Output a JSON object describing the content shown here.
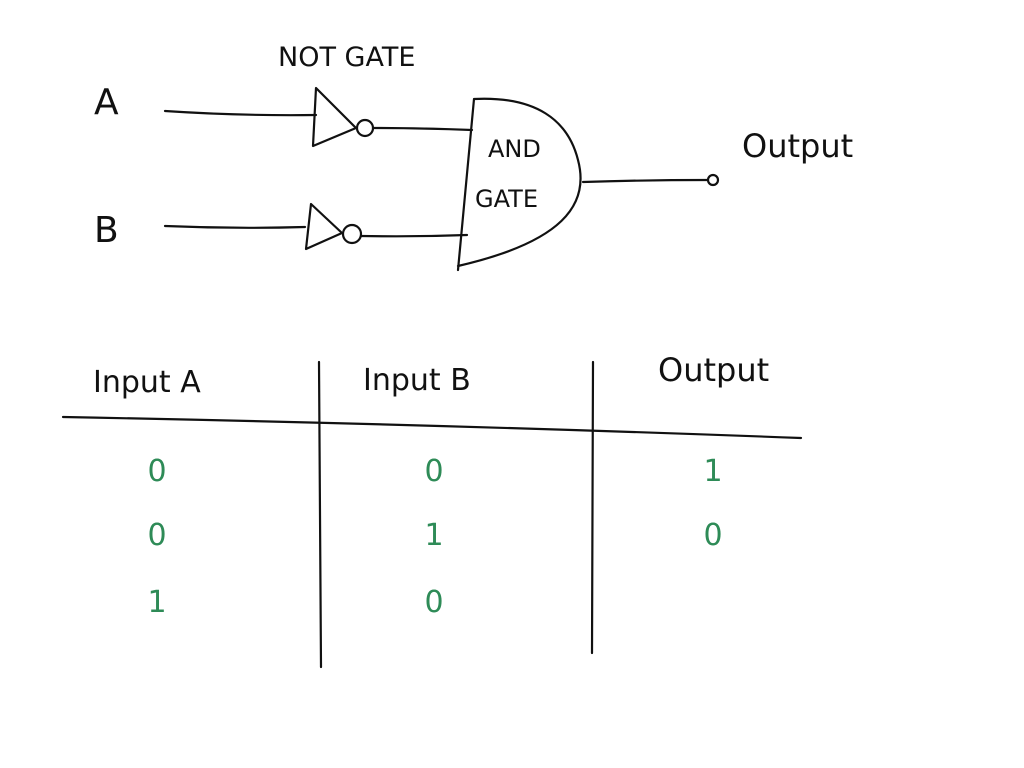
{
  "circuit": {
    "input_a_label": "A",
    "input_b_label": "B",
    "not_gate_label": "NOT GATE",
    "and_gate_label_line1": "AND",
    "and_gate_label_line2": "GATE",
    "output_label": "Output"
  },
  "truth_table": {
    "headers": [
      "Input A",
      "Input B",
      "Output"
    ],
    "rows": [
      [
        "0",
        "0",
        "1"
      ],
      [
        "0",
        "1",
        "0"
      ],
      [
        "1",
        "0",
        ""
      ]
    ],
    "value_color": "#2e8b57"
  }
}
